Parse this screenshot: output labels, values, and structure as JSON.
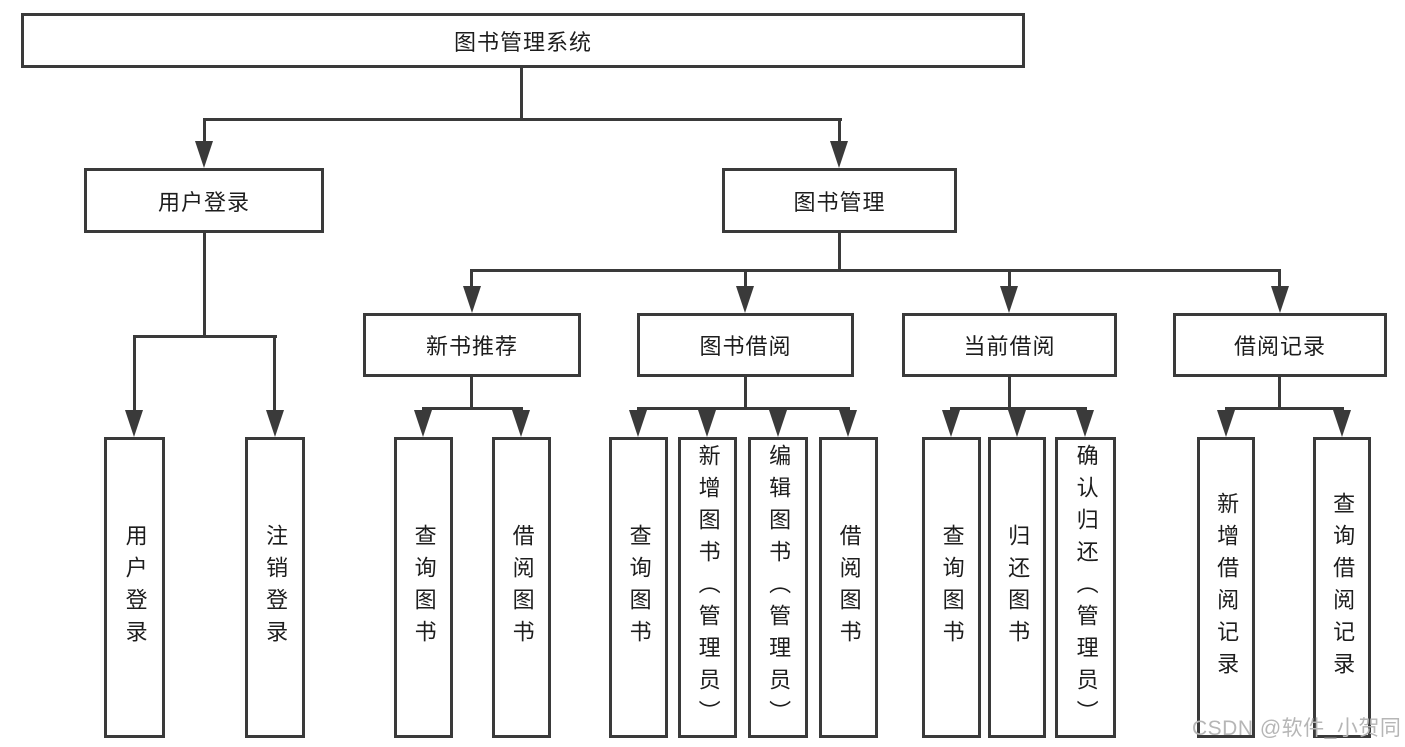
{
  "diagram": {
    "title": "图书管理系统",
    "nodes": {
      "root": "图书管理系统",
      "user_login": "用户登录",
      "book_mgmt": "图书管理",
      "new_book_rec": "新书推荐",
      "book_borrow": "图书借阅",
      "current_borrow": "当前借阅",
      "borrow_record": "借阅记录",
      "leaf_user_login": "用户登录",
      "leaf_logout": "注销登录",
      "leaf_query_book_a": "查询图书",
      "leaf_borrow_book_a": "借阅图书",
      "leaf_query_book_b": "查询图书",
      "leaf_add_book_admin": "新增图书（管理员）",
      "leaf_edit_book_admin": "编辑图书（管理员）",
      "leaf_borrow_book_b": "借阅图书",
      "leaf_query_book_c": "查询图书",
      "leaf_return_book": "归还图书",
      "leaf_confirm_return_admin": "确认归还（管理员）",
      "leaf_add_borrow_record": "新增借阅记录",
      "leaf_query_borrow_record": "查询借阅记录"
    },
    "colors": {
      "line": "#3a3a3a",
      "text": "#1d1d1d",
      "background": "#ffffff",
      "watermark": "#b6b6b6"
    }
  },
  "watermark": "CSDN @软件_小贺同学"
}
